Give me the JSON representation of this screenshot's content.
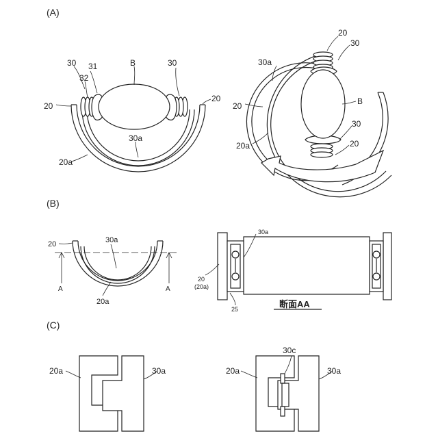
{
  "figure": {
    "panel_labels": {
      "a": "(A)",
      "b": "(B)",
      "c": "(C)"
    },
    "panel_a_left": {
      "label_30_left": "30",
      "label_31": "31",
      "label_32": "32",
      "label_B": "B",
      "label_30_right": "30",
      "label_20_left": "20",
      "label_20_right": "20",
      "label_30a": "30a",
      "label_20a": "20a"
    },
    "panel_a_right": {
      "label_20_top": "20",
      "label_30_top": "30",
      "label_30a": "30a",
      "label_20": "20",
      "label_B": "B",
      "label_20a": "20a",
      "label_30_bottom": "30",
      "label_20_bottom": "20"
    },
    "panel_b_left": {
      "label_20": "20",
      "label_30a": "30a",
      "label_A_left": "A",
      "label_A_right": "A",
      "label_20a": "20a"
    },
    "panel_b_right": {
      "label_30a": "30a",
      "label_20": "20",
      "label_20a_paren": "(20a)",
      "label_25": "25",
      "section_title": "断面AA"
    },
    "panel_c_left": {
      "label_20a": "20a",
      "label_30a": "30a"
    },
    "panel_c_right": {
      "label_30c": "30c",
      "label_20a": "20a",
      "label_30a": "30a"
    }
  }
}
